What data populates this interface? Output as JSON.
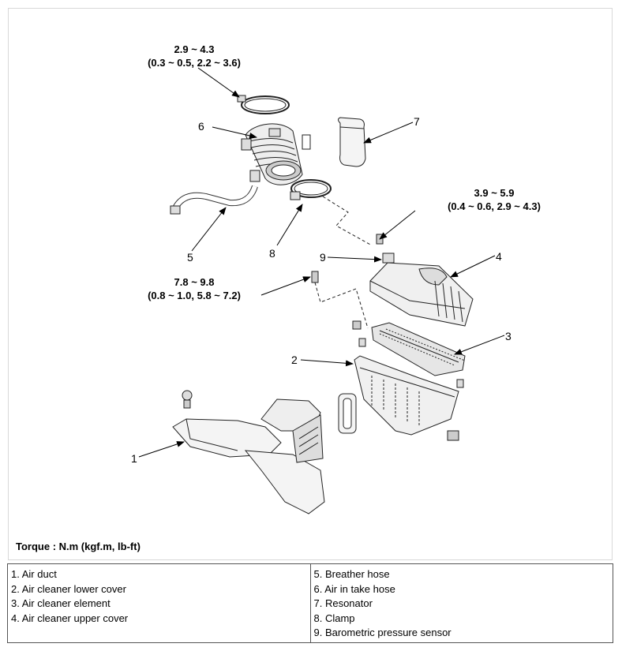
{
  "torques": {
    "t1": {
      "line1": "2.9 ~ 4.3",
      "line2": "(0.3 ~ 0.5, 2.2 ~ 3.6)"
    },
    "t2": {
      "line1": "3.9 ~ 5.9",
      "line2": "(0.4 ~ 0.6, 2.9 ~ 4.3)"
    },
    "t3": {
      "line1": "7.8 ~ 9.8",
      "line2": "(0.8 ~ 1.0, 5.8 ~ 7.2)"
    }
  },
  "callouts": {
    "c1": "1",
    "c2": "2",
    "c3": "3",
    "c4": "4",
    "c5": "5",
    "c6": "6",
    "c7": "7",
    "c8": "8",
    "c9": "9"
  },
  "torque_unit_note": "Torque : N.m (kgf.m, lb-ft)",
  "legend": {
    "left": [
      "1. Air duct",
      "2. Air cleaner lower cover",
      "3. Air cleaner element",
      "4. Air cleaner upper cover"
    ],
    "right": [
      "5. Breather hose",
      "6. Air in take hose",
      "7. Resonator",
      "8. Clamp",
      "9. Barometric pressure sensor"
    ]
  }
}
